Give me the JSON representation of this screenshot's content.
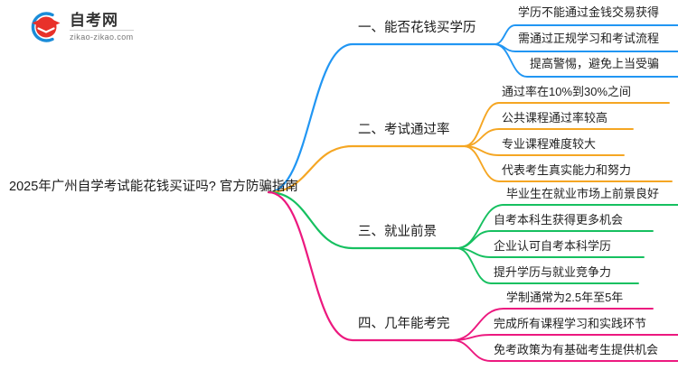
{
  "logo": {
    "name_cn": "自考网",
    "name_en": "zikao-zikao.com",
    "mark_icon": "graduation-cap-logo-icon",
    "arc_color": "#1a8cd8",
    "cap_color": "#e8312a"
  },
  "mindmap": {
    "root": {
      "label": "2025年广州自学考试能花钱买证吗? 官方防骗指南"
    },
    "branches": [
      {
        "index": "1",
        "label": "一、能否花钱买学历",
        "color": "#2196f3",
        "children": [
          {
            "label": "学历不能通过金钱交易获得"
          },
          {
            "label": "需通过正规学习和考试流程"
          },
          {
            "label": "提高警惕，避免上当受骗"
          }
        ]
      },
      {
        "index": "2",
        "label": "二、考试通过率",
        "color": "#f5a623",
        "children": [
          {
            "label": "通过率在10%到30%之间"
          },
          {
            "label": "公共课程通过率较高"
          },
          {
            "label": "专业课程难度较大"
          },
          {
            "label": "代表考生真实能力和努力"
          }
        ]
      },
      {
        "index": "3",
        "label": "三、就业前景",
        "color": "#16c060",
        "children": [
          {
            "label": "毕业生在就业市场上前景良好"
          },
          {
            "label": "自考本科生获得更多机会"
          },
          {
            "label": "企业认可自考本科学历"
          },
          {
            "label": "提升学历与就业竞争力"
          }
        ]
      },
      {
        "index": "4",
        "label": "四、几年能考完",
        "color": "#ec197f",
        "children": [
          {
            "label": "学制通常为2.5年至5年"
          },
          {
            "label": "完成所有课程学习和实践环节"
          },
          {
            "label": "免考政策为有基础考生提供机会"
          }
        ]
      }
    ]
  }
}
